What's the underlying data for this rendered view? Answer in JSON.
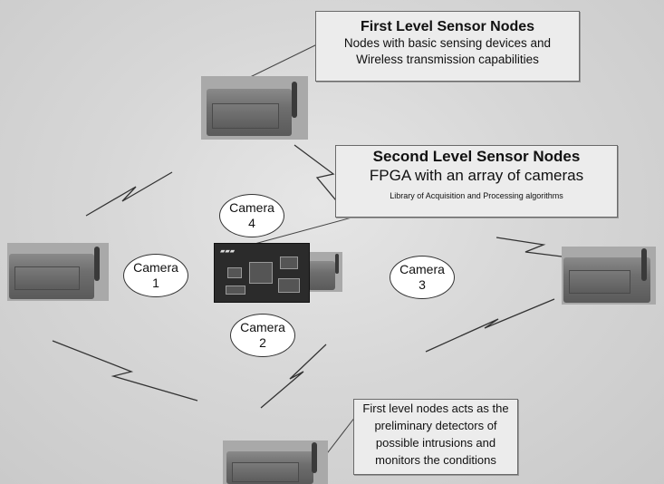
{
  "callouts": {
    "first_level": {
      "title": "First Level Sensor Nodes",
      "line1": "Nodes with basic sensing devices and",
      "line2": "Wireless transmission capabilities"
    },
    "second_level": {
      "title": "Second Level Sensor Nodes",
      "line1": "FPGA with an array of cameras",
      "line2": "Library of Acquisition and Processing algorithms"
    },
    "bottom": {
      "line1": "First level nodes acts as the",
      "line2": "preliminary detectors of",
      "line3": "possible intrusions and",
      "line4": "monitors the conditions"
    }
  },
  "cameras": [
    {
      "label": "Camera",
      "number": "1"
    },
    {
      "label": "Camera",
      "number": "2"
    },
    {
      "label": "Camera",
      "number": "3"
    },
    {
      "label": "Camera",
      "number": "4"
    }
  ],
  "colors": {
    "background": "#d7d7d7",
    "callout_fill": "#ececec",
    "link_stroke": "#333333"
  }
}
